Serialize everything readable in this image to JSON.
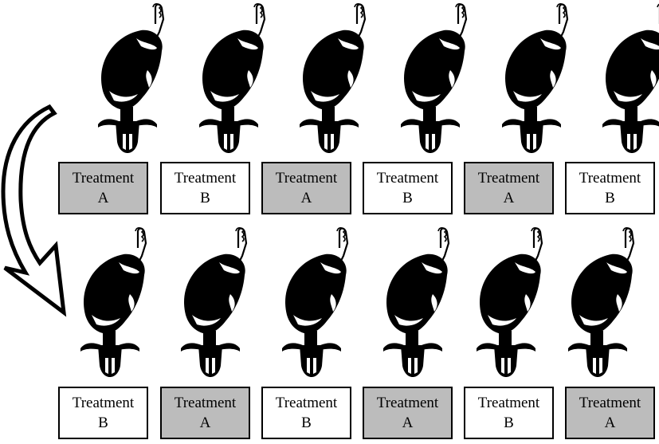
{
  "colors": {
    "shaded_box": "#bcbcbc",
    "plain_box": "#ffffff",
    "cow": "#000000",
    "outline": "#000000"
  },
  "icons": {
    "animal": "cow-icon",
    "transition": "curved-arrow-icon"
  },
  "period_1": {
    "boxes": [
      {
        "label": "Treatment",
        "group": "A",
        "shaded": true
      },
      {
        "label": "Treatment",
        "group": "B",
        "shaded": false
      },
      {
        "label": "Treatment",
        "group": "A",
        "shaded": true
      },
      {
        "label": "Treatment",
        "group": "B",
        "shaded": false
      },
      {
        "label": "Treatment",
        "group": "A",
        "shaded": true
      },
      {
        "label": "Treatment",
        "group": "B",
        "shaded": false
      }
    ]
  },
  "period_2": {
    "boxes": [
      {
        "label": "Treatment",
        "group": "B",
        "shaded": false
      },
      {
        "label": "Treatment",
        "group": "A",
        "shaded": true
      },
      {
        "label": "Treatment",
        "group": "B",
        "shaded": false
      },
      {
        "label": "Treatment",
        "group": "A",
        "shaded": true
      },
      {
        "label": "Treatment",
        "group": "B",
        "shaded": false
      },
      {
        "label": "Treatment",
        "group": "A",
        "shaded": true
      }
    ]
  }
}
